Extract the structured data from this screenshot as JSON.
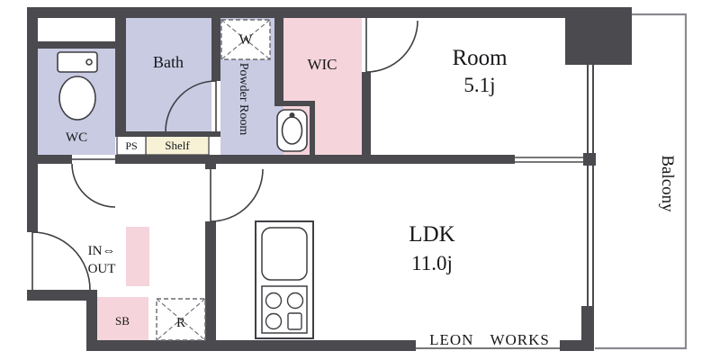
{
  "colors": {
    "wall": "#4a4a4f",
    "lavender": "#c9cbe3",
    "pink": "#f5d4dc",
    "yellow": "#f7f2d6",
    "line": "#3f3f44",
    "balcony_line": "#8a8a90",
    "text": "#17171a",
    "dashed": "#6a6a70"
  },
  "rooms": {
    "wc": "WC",
    "bath": "Bath",
    "powder_room": "Powder Room",
    "washer": "W",
    "wic": "WIC",
    "bedroom_name": "Room",
    "bedroom_size": "5.1j",
    "balcony": "Balcony",
    "ps": "PS",
    "shelf": "Shelf",
    "ldk_name": "LDK",
    "ldk_size": "11.0j",
    "entrance_line1": "IN⇔",
    "entrance_line2": "OUT",
    "shoe_box": "SB",
    "refrigerator": "R"
  },
  "branding": {
    "logo": "LEON WORKS"
  }
}
